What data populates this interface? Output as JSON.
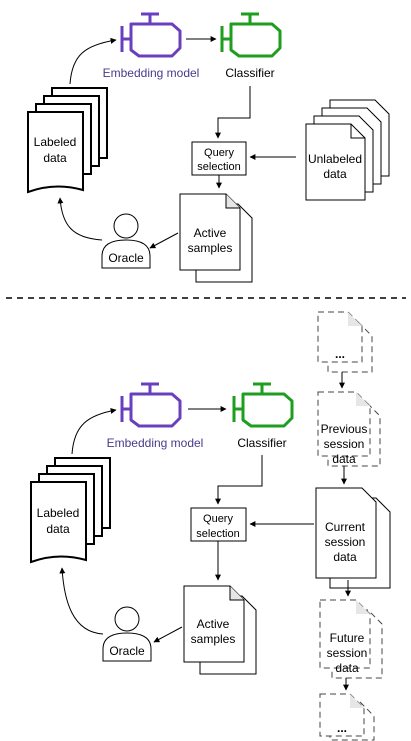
{
  "top": {
    "embedding_label": "Embedding model",
    "classifier_label": "Classifier",
    "query_line1": "Query",
    "query_line2": "selection",
    "labeled_line1": "Labeled",
    "labeled_line2": "data",
    "unlabeled_line1": "Unlabeled",
    "unlabeled_line2": "data",
    "active_line1": "Active",
    "active_line2": "samples",
    "oracle_label": "Oracle"
  },
  "bottom": {
    "embedding_label": "Embedding model",
    "classifier_label": "Classifier",
    "query_line1": "Query",
    "query_line2": "selection",
    "labeled_line1": "Labeled",
    "labeled_line2": "data",
    "active_line1": "Active",
    "active_line2": "samples",
    "oracle_label": "Oracle",
    "ellipsis_top": "...",
    "previous_line1": "Previous",
    "previous_line2": "session",
    "previous_line3": "data",
    "current_line1": "Current",
    "current_line2": "session",
    "current_line3": "data",
    "future_line1": "Future",
    "future_line2": "session",
    "future_line3": "data",
    "ellipsis_bottom": "..."
  },
  "colors": {
    "embedding_engine": "#6a3fbf",
    "classifier_engine": "#1e9e1e",
    "embedding_text": "#4a3a8a",
    "stroke": "#000000",
    "dashed_doc_stroke": "#444444"
  }
}
